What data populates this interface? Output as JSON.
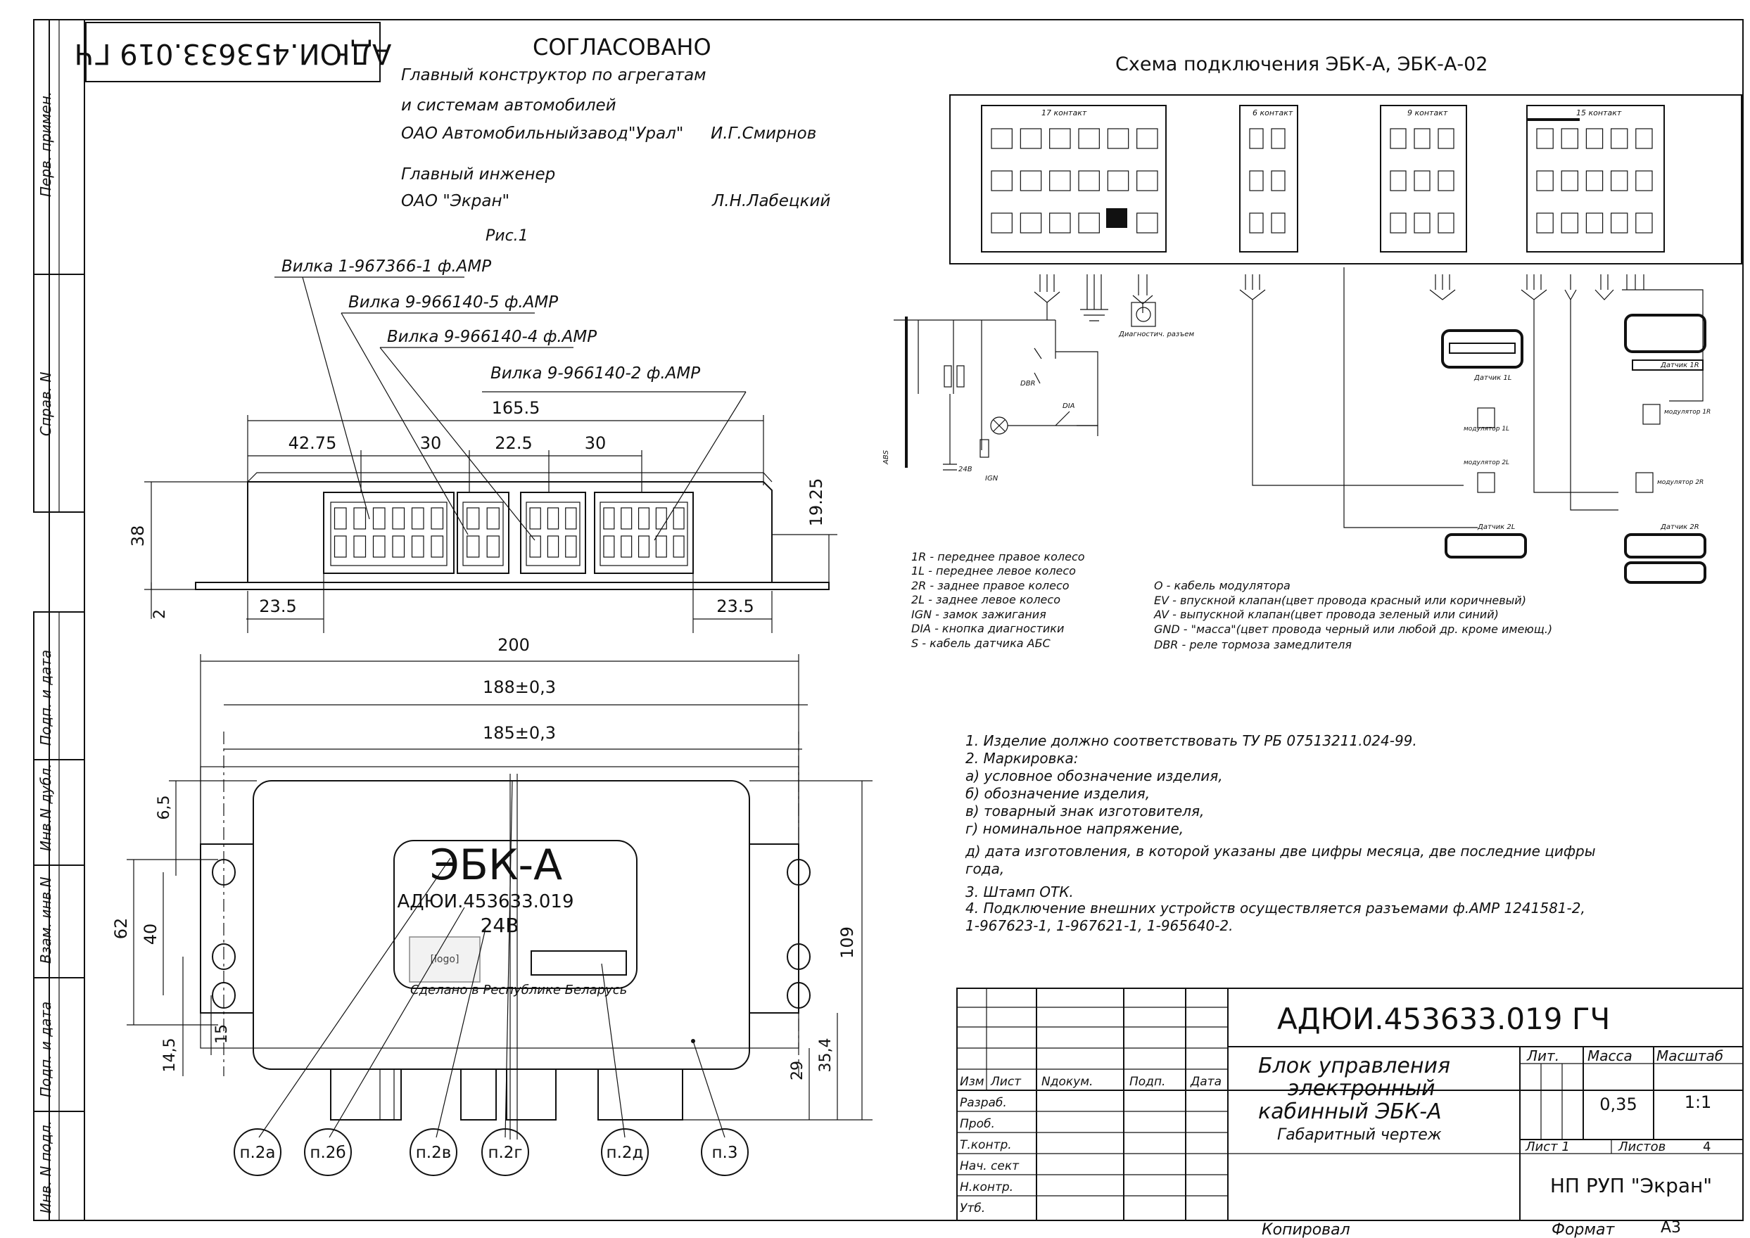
{
  "stamp_doc_code": "АДЮИ.453633.019 ГЧ",
  "approval": {
    "title": "СОГЛАСОВАНО",
    "line1": "Главный конструктор по агрегатам",
    "line2": "и системам автомобилей",
    "line3": "ОАО Автомобильныйзавод\"Урал\"",
    "name1": "И.Г.Смирнов",
    "line4": "Главный инженер",
    "line5": "ОАО \"Экран\"",
    "name2": "Л.Н.Лабецкий"
  },
  "figure_label": "Рис.1",
  "plug_labels": [
    "Вилка 1-967366-1 ф.АМР",
    "Вилка 9-966140-5 ф.АМР",
    "Вилка 9-966140-4 ф.АМР",
    "Вилка 9-966140-2 ф.АМР"
  ],
  "side_view_dims": {
    "overall": "165.5",
    "d1": "42.75",
    "d2": "30",
    "d3": "22.5",
    "d4": "30",
    "height": "38",
    "base": "2",
    "right": "19.25",
    "left_off": "23.5",
    "right_off": "23.5"
  },
  "front_view_dims": {
    "w200": "200",
    "w188": "188±0,3",
    "w185": "185±0,3",
    "h62": "62",
    "h40": "40",
    "h65": "6,5",
    "h15": "15",
    "h145": "14,5",
    "h109": "109",
    "h354": "35,4",
    "h29": "29"
  },
  "label_plate": {
    "name": "ЭБК-А",
    "code": "АДЮИ.453633.019",
    "voltage": "24В",
    "made_in": "Сделано в Республике Беларусь"
  },
  "callouts": [
    "п.2а",
    "п.2б",
    "п.2в",
    "п.2г",
    "п.2д",
    "п.3"
  ],
  "schematic": {
    "title": "Схема подключения ЭБК-А, ЭБК-А-02",
    "conn_labels": [
      "17 контакт",
      "6 контакт",
      "9 контакт",
      "15 контакт"
    ],
    "diag_label": "Диагностич. разъем",
    "sensor_labels": [
      "Датчик 1R",
      "Датчик 1L",
      "Датчик 2R",
      "Датчик 2L"
    ],
    "modulator_labels": [
      "модулятор 1R",
      "модулятор 1L",
      "модулятор 2R",
      "модулятор 2L"
    ],
    "misc_labels": [
      "ABS",
      "DBR",
      "IGN",
      "24В",
      "DIA"
    ]
  },
  "legend_left": [
    "1R - переднее правое колесо",
    "1L - переднее левое колесо",
    "2R - заднее правое колесо",
    "2L - заднее левое колесо",
    "IGN - замок зажигания",
    "DIA - кнопка диагностики",
    "S - кабель датчика АБС"
  ],
  "legend_right": [
    "O - кабель модулятора",
    "EV - впускной клапан(цвет провода красный или коричневый)",
    "AV - выпускной клапан(цвет провода зеленый или синий)",
    "GND - \"масса\"(цвет провода черный или любой др. кроме имеющ.)",
    "DBR - реле тормоза замедлителя"
  ],
  "notes": [
    "1.  Изделие   должно   соответствовать      ТУ  РБ  07513211.024-99.",
    "2.  Маркировка:",
    "а)  условное    обозначение        изделия,",
    "б)  обозначение       изделия,",
    "в)  товарный    знак  изготовителя,",
    "г)  номинальное       напряжение,",
    "д)  дата   изготовления,       в  которой    указаны     две  цифры   месяца,   две  последние    цифры",
    "года,",
    "3.  Штамп    ОТК.",
    "4.  Подключение        внешних      устройств      осуществляется        разъемами       ф.АМР   1241581-2,",
    "1-967623-1,      1-967621-1,      1-965640-2."
  ],
  "side_stamps": [
    "Перв. примен.",
    "Справ. N",
    "Подп. и дата",
    "Инв.N дубл.",
    "Взам. инв.N",
    "Подп. и дата",
    "Инв. N подл."
  ],
  "title_block": {
    "doc_code": "АДЮИ.453633.019 ГЧ",
    "name_l1": "Блок управления",
    "name_l2": "электронный",
    "name_l3": "кабинный ЭБК-А",
    "name_l4": "Габаритный чертеж",
    "col_izm": "Изм",
    "col_list": "Лист",
    "col_ndoc": "Nдокум.",
    "col_podp": "Подп.",
    "col_data": "Дата",
    "row_razrab": "Разраб.",
    "row_prob": "Проб.",
    "row_tkontr": "Т.контр.",
    "row_nach": "Нач. сект",
    "row_nkontr": "Н.контр.",
    "row_utb": "Утб.",
    "lit": "Лит.",
    "massa": "Масса",
    "masshtab": "Масштаб",
    "mass_value": "0,35",
    "scale_value": "1:1",
    "sheet": "Лист  1",
    "sheets": "Листов",
    "sheets_count": "4",
    "org": "НП РУП \"Экран\""
  },
  "footer": {
    "copied": "Копировал",
    "format": "Формат",
    "format_value": "А3"
  }
}
